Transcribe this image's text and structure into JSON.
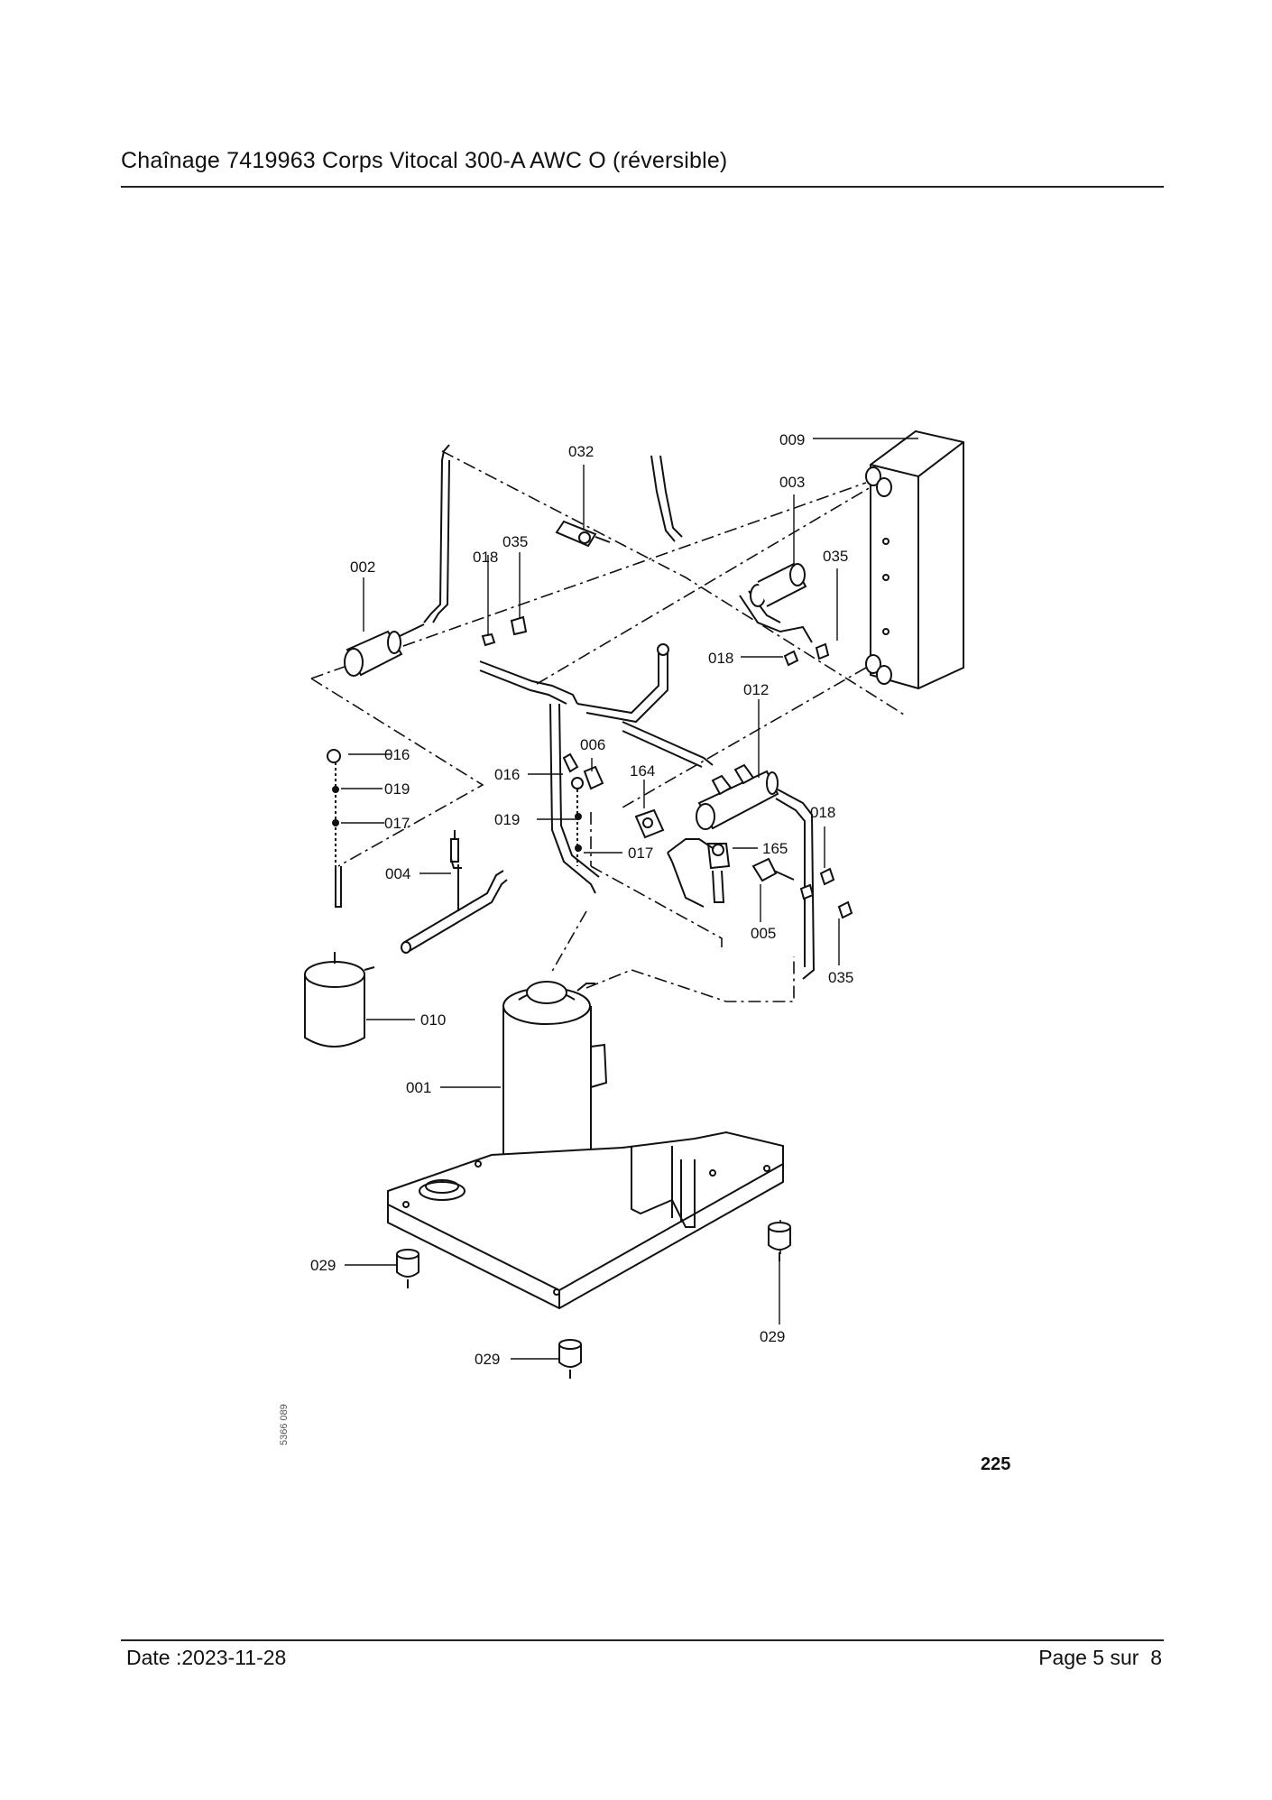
{
  "header": {
    "title": "Chaînage 7419963 Corps Vitocal 300-A AWC O (réversible)"
  },
  "diagram": {
    "figure_number": "225",
    "drawing_number": "5366 089",
    "callouts": {
      "c001": "001",
      "c002": "002",
      "c003": "003",
      "c004": "004",
      "c005": "005",
      "c006": "006",
      "c009": "009",
      "c010": "010",
      "c012": "012",
      "c016a": "016",
      "c016b": "016",
      "c017a": "017",
      "c017b": "017",
      "c018a": "018",
      "c018b": "018",
      "c018c": "018",
      "c019a": "019",
      "c019b": "019",
      "c029a": "029",
      "c029b": "029",
      "c029c": "029",
      "c032": "032",
      "c035a": "035",
      "c035b": "035",
      "c035c": "035",
      "c164": "164",
      "c165": "165"
    }
  },
  "footer": {
    "date": "Date :2023-11-28",
    "page": "Page 5 sur  8"
  }
}
